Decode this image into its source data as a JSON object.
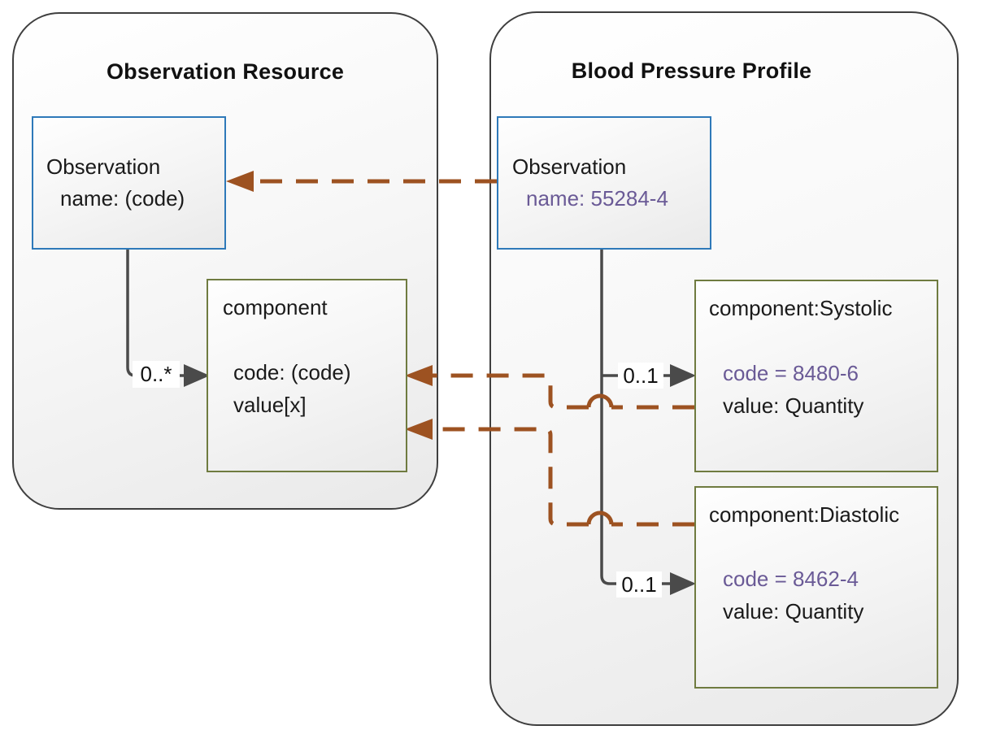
{
  "left_panel": {
    "title": "Observation Resource",
    "observation_box": {
      "line1": "Observation",
      "line2": "name: (code)"
    },
    "component_box": {
      "title": "component",
      "line1": "code: (code)",
      "line2": "value[x]"
    },
    "cardinality": "0..*"
  },
  "right_panel": {
    "title": "Blood Pressure Profile",
    "observation_box": {
      "line1": "Observation",
      "line2": "name: 55284-4"
    },
    "systolic_box": {
      "title": "component:Systolic",
      "line1": "code = 8480-6",
      "line2": "value: Quantity",
      "cardinality": "0..1"
    },
    "diastolic_box": {
      "title": "component:Diastolic",
      "line1": "code = 8462-4",
      "line2": "value: Quantity",
      "cardinality": "0..1"
    }
  },
  "colors": {
    "panel_border": "#3f3f3f",
    "observation_box_border": "#2e79b9",
    "component_box_border": "#6f7b40",
    "solid_connector": "#4a4a4a",
    "mapping_arrow": "#9d5221",
    "coded_value_text": "#6a5a96",
    "text": "#1a1a1a"
  }
}
